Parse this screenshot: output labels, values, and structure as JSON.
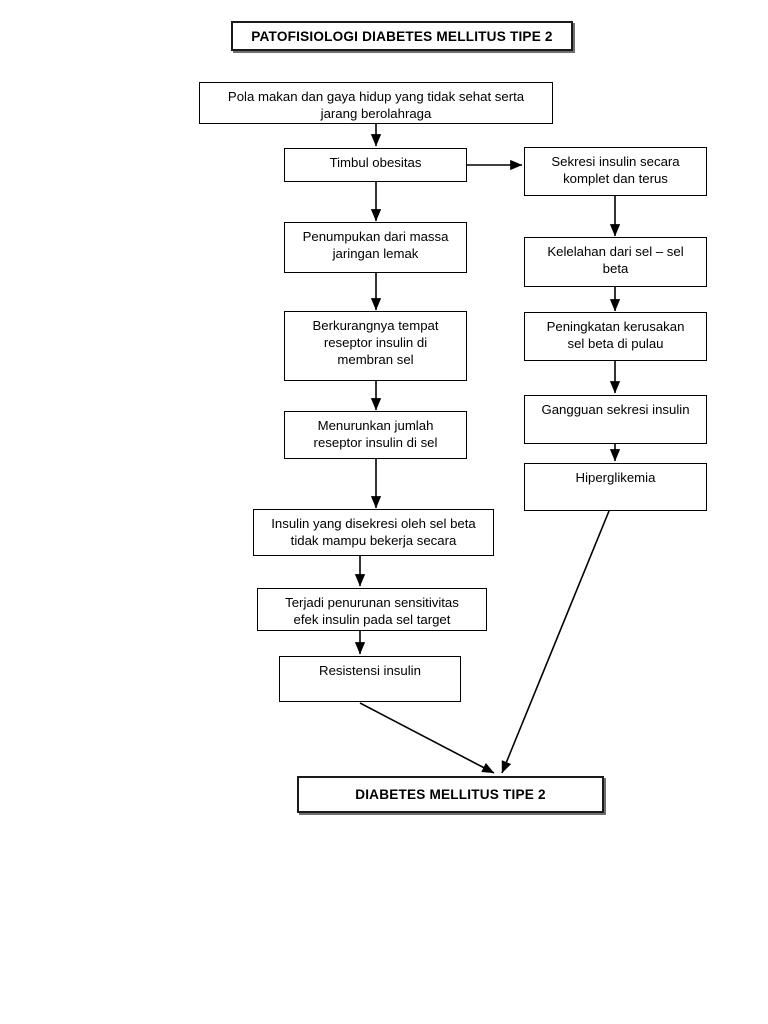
{
  "document": {
    "title": "PATOFISIOLOGI DIABETES MELLITUS TIPE 2",
    "language": "id",
    "background_color": "#ffffff",
    "line_color": "#000000"
  },
  "chart_data": {
    "type": "diagram",
    "diagram_type": "flowchart",
    "title": "PATOFISIOLOGI DIABETES MELLITUS TIPE 2",
    "orientation": "top-to-bottom, two parallel columns converging",
    "nodes": [
      {
        "id": "title",
        "label": "PATOFISIOLOGI DIABETES MELLITUS TIPE 2",
        "style": "emphasis"
      },
      {
        "id": "n1",
        "label": "Pola makan dan gaya hidup yang tidak sehat serta\njarang berolahraga",
        "style": "box"
      },
      {
        "id": "n2",
        "label": "Timbul obesitas",
        "style": "box"
      },
      {
        "id": "n3",
        "label": "Penumpukan dari massa\njaringan lemak",
        "style": "box"
      },
      {
        "id": "n4",
        "label": "Berkurangnya tempat\nreseptor insulin di\nmembran sel",
        "style": "box"
      },
      {
        "id": "n5",
        "label": "Menurunkan jumlah\nreseptor insulin di sel",
        "style": "box"
      },
      {
        "id": "n6",
        "label": "Insulin yang disekresi oleh sel beta\ntidak mampu bekerja secara",
        "style": "box"
      },
      {
        "id": "n7",
        "label": "Terjadi penurunan sensitivitas\nefek  insulin pada sel target",
        "style": "box"
      },
      {
        "id": "n8",
        "label": "Resistensi insulin",
        "style": "box"
      },
      {
        "id": "r1",
        "label": "Sekresi insulin secara\nkomplet dan terus",
        "style": "box"
      },
      {
        "id": "r2",
        "label": "Kelelahan dari sel – sel\nbeta",
        "style": "box"
      },
      {
        "id": "r3",
        "label": "Peningkatan kerusakan\nsel beta di pulau",
        "style": "box"
      },
      {
        "id": "r4",
        "label": "Gangguan sekresi insulin",
        "style": "box"
      },
      {
        "id": "r5",
        "label": "Hiperglikemia",
        "style": "box"
      },
      {
        "id": "outcome",
        "label": "DIABETES MELLITUS TIPE 2",
        "style": "emphasis"
      }
    ],
    "edges": [
      {
        "from": "n1",
        "to": "n2",
        "kind": "arrow-down"
      },
      {
        "from": "n2",
        "to": "r1",
        "kind": "arrow-right"
      },
      {
        "from": "n2",
        "to": "n3",
        "kind": "arrow-down"
      },
      {
        "from": "n3",
        "to": "n4",
        "kind": "arrow-down"
      },
      {
        "from": "n4",
        "to": "n5",
        "kind": "arrow-down"
      },
      {
        "from": "n5",
        "to": "n6",
        "kind": "arrow-down"
      },
      {
        "from": "n6",
        "to": "n7",
        "kind": "arrow-down"
      },
      {
        "from": "n7",
        "to": "n8",
        "kind": "arrow-down"
      },
      {
        "from": "n8",
        "to": "outcome",
        "kind": "arrow-diagonal"
      },
      {
        "from": "r1",
        "to": "r2",
        "kind": "arrow-down"
      },
      {
        "from": "r2",
        "to": "r3",
        "kind": "arrow-down"
      },
      {
        "from": "r3",
        "to": "r4",
        "kind": "arrow-down"
      },
      {
        "from": "r4",
        "to": "r5",
        "kind": "arrow-down"
      },
      {
        "from": "r5",
        "to": "outcome",
        "kind": "arrow-diagonal"
      }
    ]
  }
}
